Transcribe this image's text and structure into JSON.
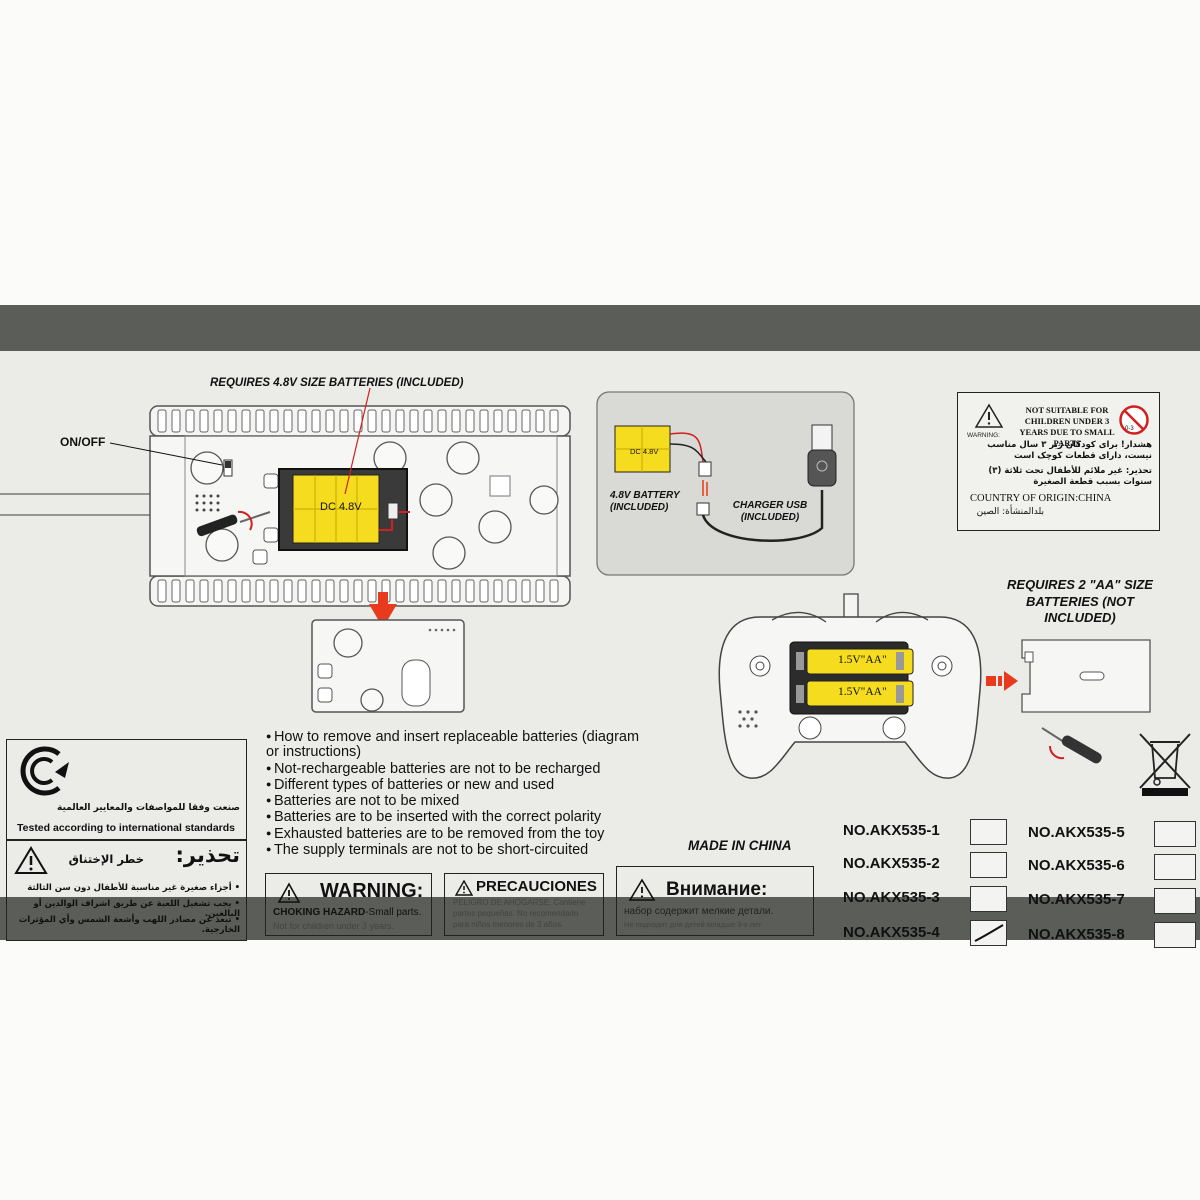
{
  "battery_diagram": {
    "requires_label": "REQUIRES 4.8V SIZE BATTERIES (INCLUDED)",
    "onoff_label": "ON/OFF",
    "pack_label": "DC 4.8V",
    "battery_label": "4.8V BATTERY (INCLUDED)",
    "charger_label": "CHARGER USB (INCLUDED)",
    "small_pack_label": "DC 4.8V"
  },
  "remote": {
    "requires_label": "REQUIRES 2 \"AA\" SIZE BATTERIES (NOT  INCLUDED)",
    "cell_1": "1.5V\"AA\"",
    "cell_2": "1.5V\"AA\""
  },
  "warning_box": {
    "title": "NOT SUITABLE FOR CHILDREN UNDER 3 YEARS DUE TO SMALL PARTS",
    "icon_caption": "WARNING:",
    "age_icon_label": "0-3",
    "persian": "هشدار! برای کودکان زیر ۳ سال مناسب نیست، دارای قطعات کوچک است",
    "arabic": "تحذير: غير ملائم للأطفال تحت ثلاثة (۳) سنوات بسبب قطعة الصغيرة",
    "origin": "COUNTRY OF ORIGIN:CHINA",
    "origin_ar": "بلدالمنشأة: الصين"
  },
  "standards": {
    "arabic": "صنعت وفقا للمواصفات والمعايير العالمية",
    "english": "Tested according to international standards"
  },
  "arabic_warning": {
    "title": "تحذير:",
    "subtitle": "خطر الإختناق",
    "line_1": "• أجزاء صغيرة غير مناسبة للأطفال دون سن الثالثة",
    "line_2": "• يجب تشغيل اللعبة عن طريق اشراف الوالدين أو البالغين.",
    "line_3": "• تبعد عن مصادر اللهب وأشعة الشمس وأي المؤثرات الخارجية."
  },
  "battery_rules": [
    "How to remove and insert replaceable batteries (diagram or instructions)",
    "Not-rechargeable batteries are not to be recharged",
    "Different types of batteries or new and used",
    "Batteries are not to be mixed",
    "Batteries are to be inserted with the correct polarity",
    "Exhausted batteries are to be removed from the toy",
    "The supply terminals are not to be short-circuited"
  ],
  "made_in": "MADE IN CHINA",
  "warning_en": {
    "title": "WARNING:",
    "hazard": "CHOKING HAZARD",
    "small": "-Small parts.",
    "sub": "Not for children under 3 years."
  },
  "warning_es": {
    "title": "PRECAUCIONES",
    "line_1": "PELIGRO DE AHOGARSE.",
    "line_1b": " Contiene",
    "line_2": "partes pequeñas. No recomendado",
    "line_3": "para niños menores de 3 años."
  },
  "warning_ru": {
    "title": "Внимание:",
    "line_1": "набор содержит мелкие детали.",
    "line_2": "Не подходит для детей младше 3-х лет"
  },
  "models_left": [
    "NO.AKX535-1",
    "NO.AKX535-2",
    "NO.AKX535-3",
    "NO.AKX535-4"
  ],
  "models_right": [
    "NO.AKX535-5",
    "NO.AKX535-6",
    "NO.AKX535-7",
    "NO.AKX535-8"
  ],
  "checked_model": "NO.AKX535-4",
  "colors": {
    "battery_yellow": "#f6dc1e",
    "band_grey": "#5a5d58",
    "arrow_red": "#e83a1c"
  }
}
